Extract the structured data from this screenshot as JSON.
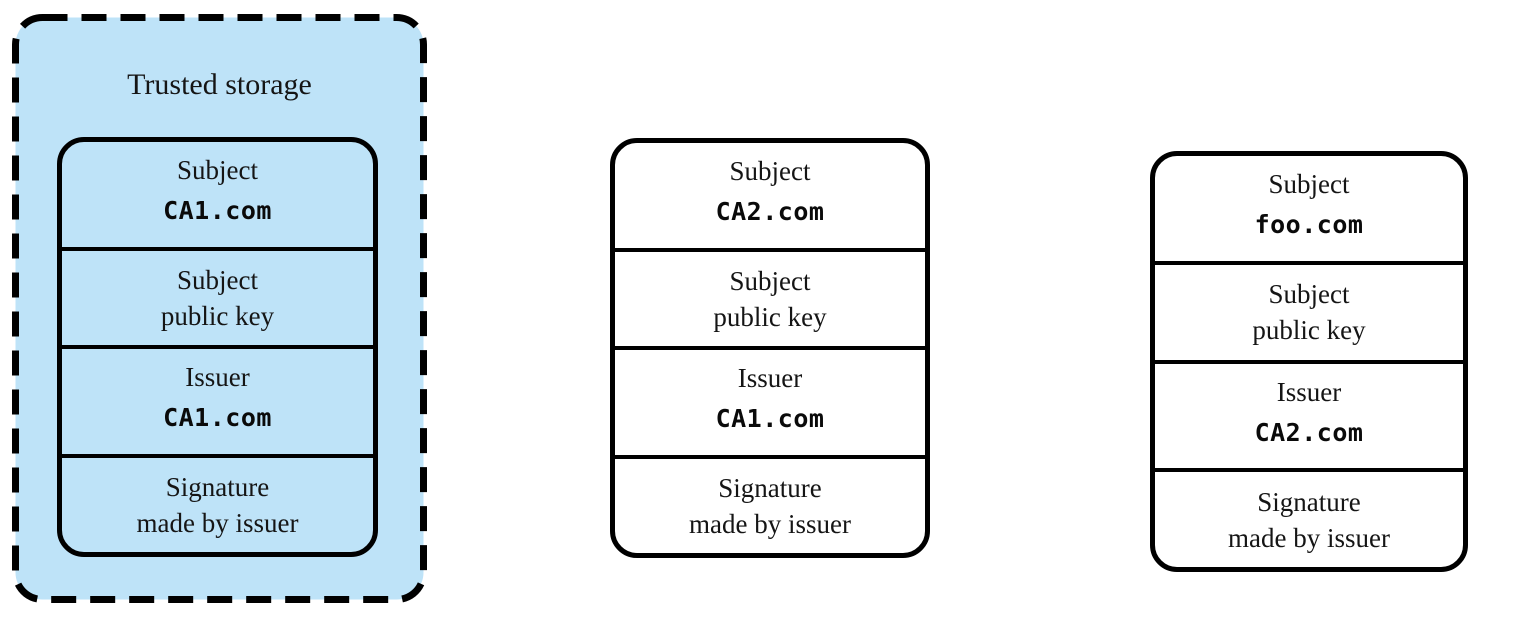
{
  "colors": {
    "trusted_background": "#bee3f8",
    "border": "#000000",
    "certificate_background": "#ffffff",
    "text": "#151515"
  },
  "trusted_storage": {
    "title": "Trusted storage"
  },
  "certificates": [
    {
      "subject": {
        "label": "Subject",
        "value": "CA1.com"
      },
      "public_key": {
        "line1": "Subject",
        "line2": "public key"
      },
      "issuer": {
        "label": "Issuer",
        "value": "CA1.com"
      },
      "signature": {
        "line1": "Signature",
        "line2": "made by issuer"
      }
    },
    {
      "subject": {
        "label": "Subject",
        "value": "CA2.com"
      },
      "public_key": {
        "line1": "Subject",
        "line2": "public key"
      },
      "issuer": {
        "label": "Issuer",
        "value": "CA1.com"
      },
      "signature": {
        "line1": "Signature",
        "line2": "made by issuer"
      }
    },
    {
      "subject": {
        "label": "Subject",
        "value": "foo.com"
      },
      "public_key": {
        "line1": "Subject",
        "line2": "public key"
      },
      "issuer": {
        "label": "Issuer",
        "value": "CA2.com"
      },
      "signature": {
        "line1": "Signature",
        "line2": "made by issuer"
      }
    }
  ]
}
